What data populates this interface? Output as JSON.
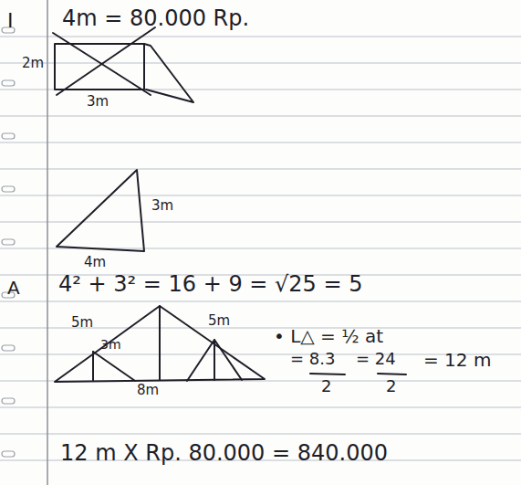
{
  "diagram": {
    "labels": [
      "I",
      "4m = 80.000 Rp.",
      "2m",
      "3m",
      "3m",
      "4m",
      "A",
      "4² + 3² = 16 + 9 = √25 = 5",
      "5m",
      "3m",
      "5m",
      "8m",
      "• L△ = ½ at",
      "= 8.3",
      "2",
      "= 24",
      "2",
      "= 12 m",
      "12 m X Rp. 80.000 = 840.000"
    ]
  }
}
